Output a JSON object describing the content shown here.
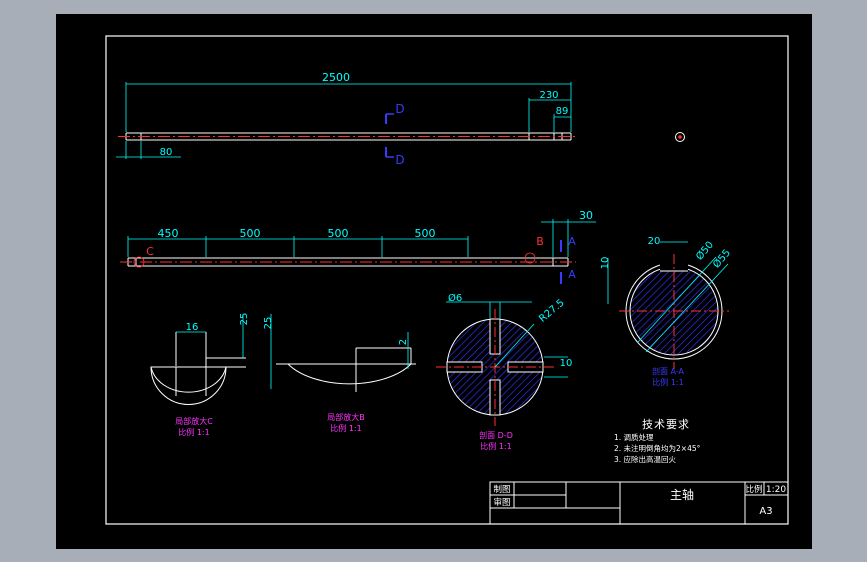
{
  "colors": {
    "background": "#000000",
    "frame": "#ffffff",
    "dimension": "#00ffff",
    "center_line": "#ff3030",
    "section_label": "#ff33ff",
    "hatch": "#3333ff",
    "section_letter": "#3a3aff"
  },
  "view_top": {
    "overall_length": "2500",
    "dim_230": "230",
    "dim_89": "89",
    "dim_80": "80",
    "section_mark": "D"
  },
  "view_middle": {
    "segments": [
      "450",
      "500",
      "500",
      "500"
    ],
    "dim_30": "30",
    "mark_a": "A",
    "mark_b": "B",
    "mark_c": "C"
  },
  "detail_c": {
    "dim_16": "16",
    "dim_25": "25",
    "label": "局部放大C",
    "scale": "比例 1:1"
  },
  "detail_b": {
    "dim_25": "25",
    "dim_2": "2",
    "label": "局部放大B",
    "scale": "比例 1:1"
  },
  "section_d": {
    "dia_6": "Ø6",
    "radius": "R27.5",
    "dim_10": "10",
    "label": "剖面 D-D",
    "scale": "比例 1:1"
  },
  "section_a": {
    "dim_20": "20",
    "dia_50": "Ø50",
    "dia_55": "Ø55",
    "dim_10": "10",
    "label": "剖面 A-A",
    "scale": "比例 1:1"
  },
  "tech_requirements": {
    "title": "技术要求",
    "items": [
      "1. 调质处理",
      "2. 未注明倒角均为2×45°",
      "3. 应除出高温回火"
    ]
  },
  "title_block": {
    "drawn_by_label": "制图",
    "checked_by_label": "审图",
    "part_name": "主轴",
    "scale_label": "比例",
    "scale_value": "1:20",
    "sheet_size": "A3"
  }
}
